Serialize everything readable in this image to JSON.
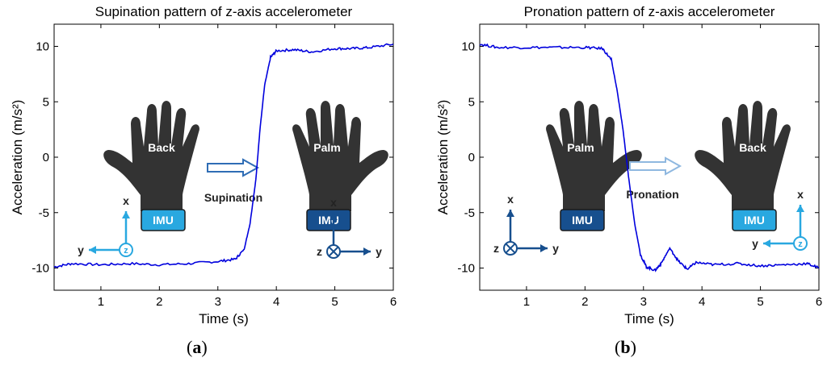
{
  "chart_data": [
    {
      "type": "line",
      "title": "Supination pattern of z-axis accelerometer",
      "xlabel": "Time (s)",
      "ylabel": "Acceleration (m/s²)",
      "xlim": [
        0.2,
        6
      ],
      "ylim": [
        -12,
        12
      ],
      "xticks": [
        1,
        2,
        3,
        4,
        5,
        6
      ],
      "yticks": [
        -10,
        -5,
        0,
        5,
        10
      ],
      "grid": false,
      "line_color": "#0000dd",
      "series": [
        {
          "x": [
            0.2,
            0.5,
            1.0,
            1.5,
            2.0,
            2.5,
            3.0,
            3.3,
            3.45,
            3.55,
            3.65,
            3.72,
            3.8,
            3.9,
            4.0,
            4.3,
            4.6,
            5.0,
            5.3,
            5.6,
            6.0
          ],
          "y": [
            -9.9,
            -9.6,
            -9.7,
            -9.6,
            -9.7,
            -9.6,
            -9.4,
            -9.2,
            -8.3,
            -6.0,
            -2.0,
            2.5,
            6.5,
            9.0,
            9.6,
            9.7,
            9.5,
            9.8,
            9.8,
            9.9,
            10.2
          ]
        }
      ],
      "hands": {
        "left": {
          "label": "Back",
          "imu": "IMU"
        },
        "right": {
          "label": "Palm",
          "imu": "IMU"
        },
        "arrow_label": "Supination"
      },
      "axes_left": {
        "x": "x",
        "y": "y",
        "z": "z"
      },
      "axes_right": {
        "x": "x",
        "y": "y",
        "z": "z"
      }
    },
    {
      "type": "line",
      "title": "Pronation pattern of z-axis accelerometer",
      "xlabel": "Time (s)",
      "ylabel": "Acceleration (m/s²)",
      "xlim": [
        0.2,
        6
      ],
      "ylim": [
        -12,
        12
      ],
      "xticks": [
        1,
        2,
        3,
        4,
        5,
        6
      ],
      "yticks": [
        -10,
        -5,
        0,
        5,
        10
      ],
      "grid": false,
      "line_color": "#0000dd",
      "series": [
        {
          "x": [
            0.2,
            0.5,
            1.0,
            1.5,
            2.0,
            2.3,
            2.45,
            2.55,
            2.65,
            2.75,
            2.85,
            2.95,
            3.05,
            3.2,
            3.3,
            3.45,
            3.6,
            3.75,
            3.9,
            4.2,
            4.6,
            5.0,
            5.4,
            5.8,
            6.0
          ],
          "y": [
            10.2,
            9.9,
            9.9,
            9.9,
            9.9,
            9.8,
            8.8,
            6.0,
            2.5,
            -2.0,
            -6.0,
            -8.8,
            -9.9,
            -10.2,
            -9.6,
            -8.2,
            -9.4,
            -10.1,
            -9.5,
            -9.7,
            -9.6,
            -9.8,
            -9.7,
            -9.6,
            -10.0
          ]
        }
      ],
      "hands": {
        "left": {
          "label": "Palm",
          "imu": "IMU"
        },
        "right": {
          "label": "Back",
          "imu": "IMU"
        },
        "arrow_label": "Pronation"
      },
      "axes_left": {
        "x": "x",
        "y": "y",
        "z": "z"
      },
      "axes_right": {
        "x": "x",
        "y": "y",
        "z": "z"
      }
    }
  ],
  "panel_labels": [
    "a",
    "b"
  ],
  "colors": {
    "hand": "#333333",
    "imu_light": "#29a8e0",
    "imu_dark": "#174f8e",
    "axis_light": "#29a8e0",
    "axis_dark": "#174f8e"
  }
}
